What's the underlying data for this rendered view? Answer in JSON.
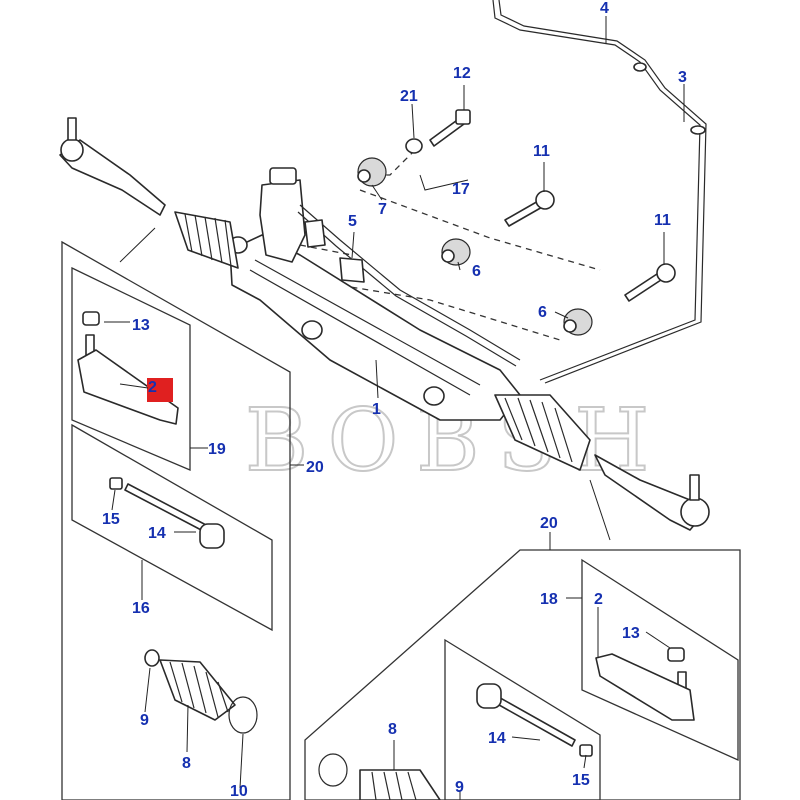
{
  "diagram": {
    "callouts": {
      "c1": "1",
      "c2a": "2",
      "c2b": "2",
      "c3": "3",
      "c4": "4",
      "c5": "5",
      "c6a": "6",
      "c6b": "6",
      "c7": "7",
      "c8a": "8",
      "c8b": "8",
      "c9a": "9",
      "c9b": "9",
      "c10": "10",
      "c11a": "11",
      "c11b": "11",
      "c12": "12",
      "c13a": "13",
      "c13b": "13",
      "c14a": "14",
      "c14b": "14",
      "c15a": "15",
      "c15b": "15",
      "c16": "16",
      "c17": "17",
      "c18": "18",
      "c19": "19",
      "c20a": "20",
      "c20b": "20",
      "c21": "21"
    },
    "watermark": "BOBSH",
    "colors": {
      "callout": "#1530b0",
      "highlight": "#e02020",
      "lines": "#2a2a2a"
    }
  }
}
